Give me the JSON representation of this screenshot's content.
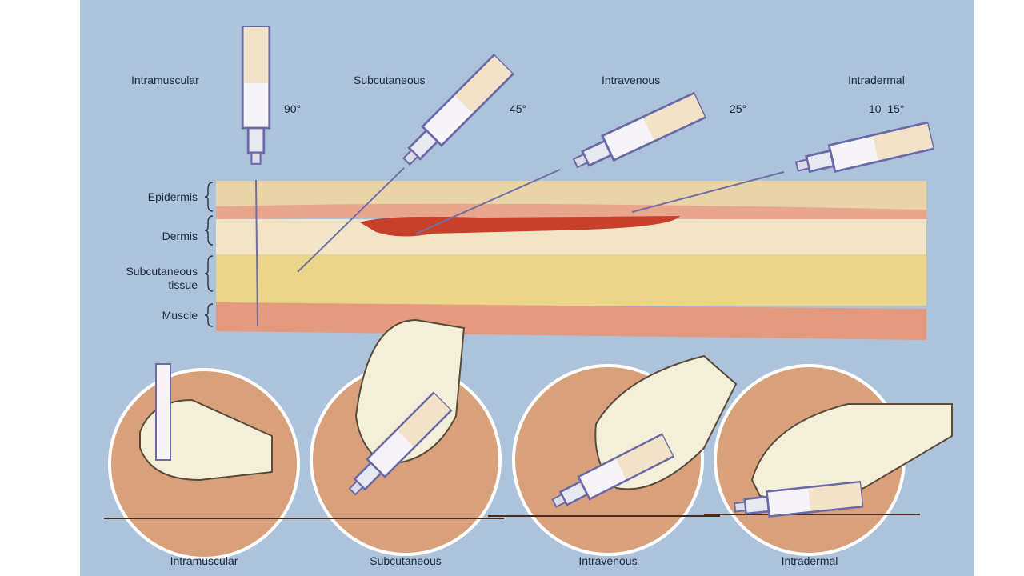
{
  "top_labels": [
    {
      "route": "Intramuscular",
      "angle": "90°"
    },
    {
      "route": "Subcutaneous",
      "angle": "45°"
    },
    {
      "route": "Intravenous",
      "angle": "25°"
    },
    {
      "route": "Intradermal",
      "angle": "10–15°"
    }
  ],
  "layers": [
    "Epidermis",
    "Dermis",
    "Subcutaneous tissue",
    "Muscle"
  ],
  "bottom_labels": [
    "Intramuscular",
    "Subcutaneous",
    "Intravenous",
    "Intradermal"
  ],
  "colors": {
    "background": "#adc3dc",
    "epidermis": "#e9d4a8",
    "dermis": "#f2e4c6",
    "subcutaneous": "#ebd588",
    "muscle": "#e49a7e",
    "vein": "#c9402a",
    "skin_circle": "#d9a07c",
    "glove": "#f4efd8"
  }
}
